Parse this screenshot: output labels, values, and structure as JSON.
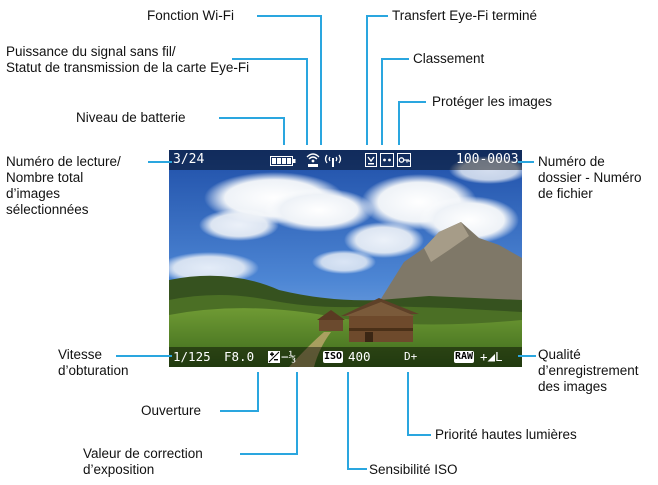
{
  "screen": {
    "playback_number": "3/24",
    "folder_file": "100-0003",
    "shutter": "1/125",
    "aperture": "F8.0",
    "exposure_comp": "−⅓",
    "iso_badge": "ISO",
    "iso_value": "400",
    "highlight_priority": "D+",
    "raw_badge": "RAW",
    "quality_suffix": "+◢L"
  },
  "labels": {
    "wifi": "Fonction Wi-Fi",
    "eyefi_done": "Transfert Eye-Fi terminé",
    "signal_line1": "Puissance du signal sans fil/",
    "signal_line2": "Statut de transmission de la carte Eye-Fi",
    "rating": "Classement",
    "battery": "Niveau de batterie",
    "protect": "Protéger les images",
    "playback_line1": "Numéro de lecture/",
    "playback_line2": "Nombre total",
    "playback_line3": "d’images",
    "playback_line4": "sélectionnées",
    "folder_line1": "Numéro de",
    "folder_line2": "dossier - Numéro",
    "folder_line3": "de fichier",
    "shutter_line1": "Vitesse",
    "shutter_line2": "d’obturation",
    "quality_line1": "Qualité",
    "quality_line2": "d’enregistrement",
    "quality_line3": "des images",
    "aperture": "Ouverture",
    "highlight": "Priorité hautes lumières",
    "exposure_line1": "Valeur de correction",
    "exposure_line2": "d’exposition",
    "iso": "Sensibilité ISO"
  },
  "colors": {
    "leader": "#2aa6df",
    "osd_text": "#ffffff",
    "label_text": "#111111"
  }
}
